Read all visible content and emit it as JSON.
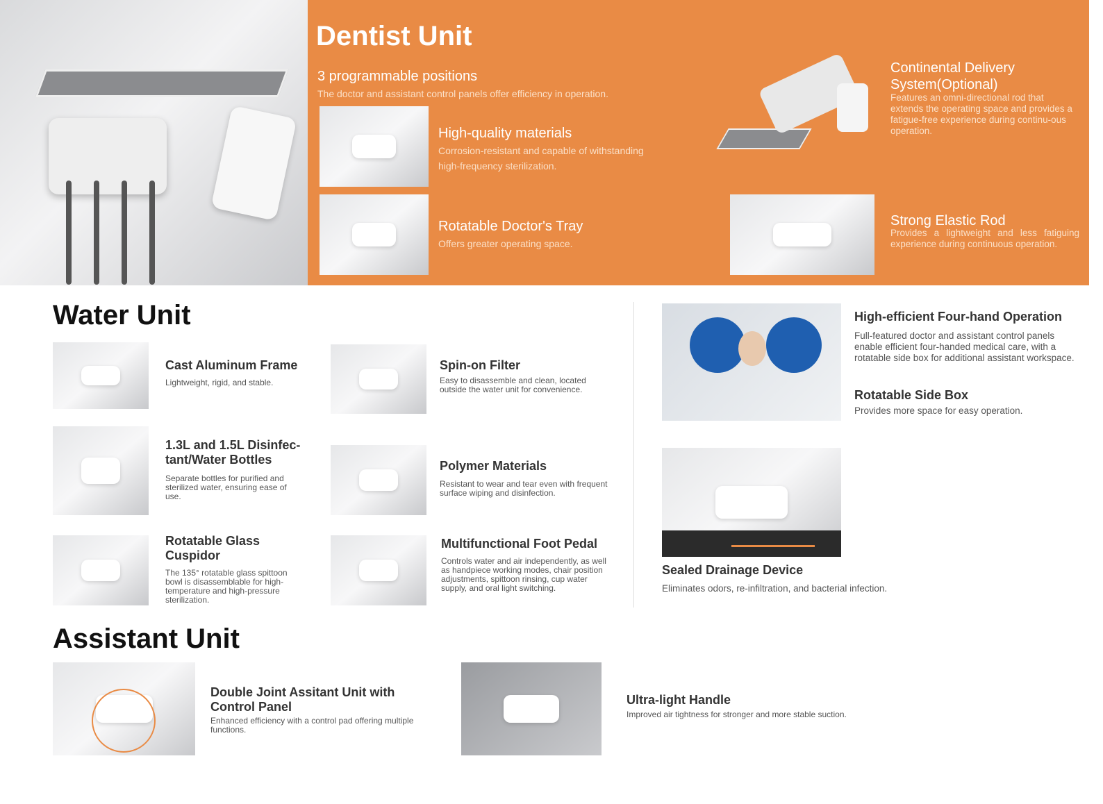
{
  "dentist": {
    "title": "Dentist Unit",
    "positions_title": "3 programmable positions",
    "positions_desc": "The doctor and assistant control panels offer efficiency in operation.",
    "materials_title": "High-quality materials",
    "materials_desc": "Corrosion-resistant and capable of withstanding high-frequency sterilization.",
    "tray_title": "Rotatable Doctor's Tray",
    "tray_desc": "Offers greater operating space.",
    "continental_title": "Continental Delivery System(Optional)",
    "continental_desc": "Features an omni-directional rod that extends the operating space and provides a fatigue-free experience during continu-ous operation.",
    "rod_title": "Strong Elastic Rod",
    "rod_desc": "Provides a lightweight and less fatiguing experience during continuous operation."
  },
  "water": {
    "title": "Water Unit",
    "items": [
      {
        "title": "Cast Aluminum Frame",
        "desc": "Lightweight, rigid, and stable."
      },
      {
        "title": "1.3L and 1.5L Disinfec-tant/Water Bottles",
        "desc": "Separate bottles for purified and sterilized water, ensuring ease of use."
      },
      {
        "title": "Rotatable Glass Cuspidor",
        "desc": "The 135° rotatable glass spittoon bowl is disassemblable for high-temperature and high-pressure sterilization."
      },
      {
        "title": "Spin-on Filter",
        "desc": "Easy to disassemble and clean, located outside the water unit for convenience."
      },
      {
        "title": "Polymer Materials",
        "desc": "Resistant to wear and tear even with frequent surface wiping and disinfection."
      },
      {
        "title": "Multifunctional Foot Pedal",
        "desc": "Controls water and air independently, as well as handpiece working modes, chair position adjustments, spittoon rinsing, cup water supply, and oral light switching."
      },
      {
        "title": "High-efficient Four-hand Operation",
        "desc": "Full-featured doctor and assistant control panels enable efficient four-handed medical care, with a rotatable side box for additional assistant workspace."
      },
      {
        "title": "Rotatable Side Box",
        "desc": "Provides more space for easy operation."
      },
      {
        "title": "Sealed Drainage Device",
        "desc": "Eliminates odors, re-infiltration, and bacterial infection."
      }
    ]
  },
  "assistant": {
    "title": "Assistant Unit",
    "items": [
      {
        "title": "Double Joint Assitant Unit with Control Panel",
        "desc": "Enhanced efficiency with a control pad offering multiple functions."
      },
      {
        "title": "Ultra-light Handle",
        "desc": "Improved air tightness for stronger and more stable suction."
      }
    ]
  },
  "colors": {
    "accent": "#E98B45"
  }
}
